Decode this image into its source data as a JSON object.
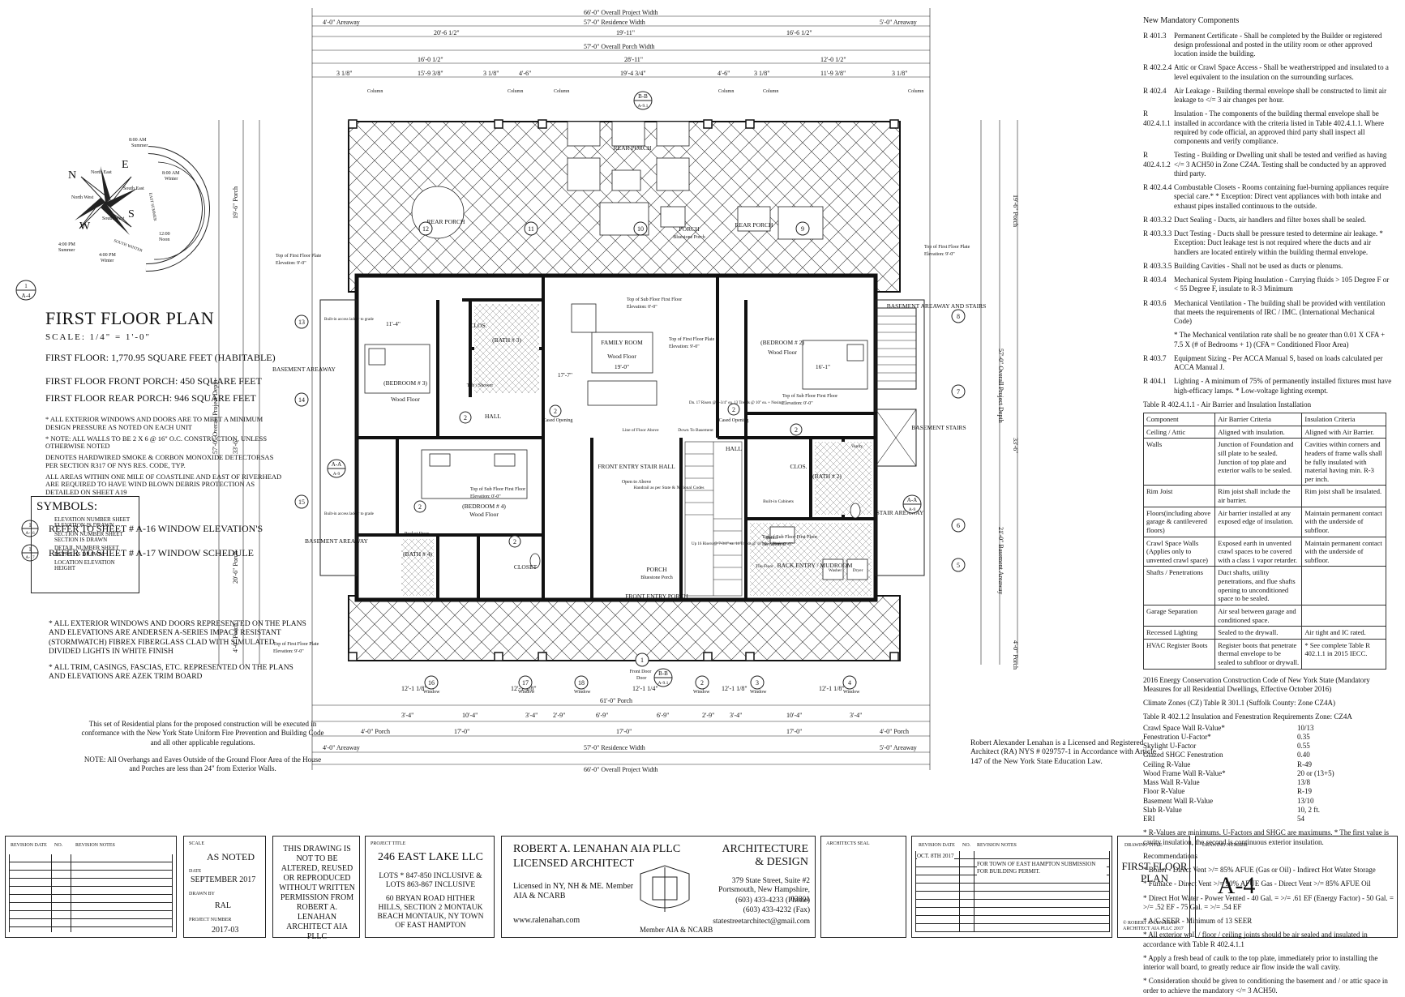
{
  "plan": {
    "sheet_ref_number": "1",
    "sheet_ref_sheet": "A-4",
    "title": "FIRST FLOOR PLAN",
    "scale": "SCALE: 1/4\" = 1'-0\"",
    "first_floor": "FIRST FLOOR: 1,770.95 SQUARE FEET (HABITABLE)",
    "front_porch": "FIRST FLOOR FRONT PORCH: 450 SQUARE FEET",
    "rear_porch": "FIRST FLOOR REAR PORCH:  946 SQUARE FEET",
    "note1": "* ALL EXTERIOR WINDOWS AND DOORS ARE TO MEET A MINIMUM DESIGN PRESSURE AS NOTED ON EACH UNIT",
    "note2": "* NOTE: ALL WALLS TO BE 2 X 6 @ 16\" O.C. CONSTRUCTION, UNLESS OTHERWISE NOTED",
    "note3": "DENOTES HARDWIRED SMOKE & CORBON MONOXIDE DETECTORSAS PER SECTION R317 OF NYS RES. CODE, TYP.",
    "note4": "ALL AREAS WITHIN ONE MILE OF COASTLINE AND EAST OF RIVERHEAD ARE REQUIRED TO HAVE WIND BLOWN DEBRIS PROTECTION AS DETAILED ON SHEET A19",
    "symbols_title": "SYMBOLS:",
    "sym1": "ELEVATION NUMBER SHEET ELEVATION IS DRAWN",
    "sym2": "SECTION NUMBER SHEET SECTION IS DRAWN",
    "sym3": "DETAIL NUMBER SHEET DETAIL IS DRAWN",
    "sym4": "LOCATION ELEVATION HEIGHT",
    "ref1_num": "1",
    "ref1_sheet": "A-16",
    "ref1": "REFER TO SHEET # A-16 WINDOW ELEVATION'S",
    "ref2_num": "1",
    "ref2_sheet": "A-17",
    "ref2": "REFER TO SHEET # A-17 WINDOW SCHEDULE",
    "bottom_note1": "* ALL EXTERIOR WINDOWS AND DOORS REPRESENTED ON THE PLANS AND ELEVATIONS ARE ANDERSEN A-SERIES IMPACT RESISTANT (STORMWATCH) FIBREX FIBERGLASS CLAD WITH SIMULATED DIVIDED LIGHTS IN WHITE FINISH",
    "bottom_note2": "* ALL TRIM, CASINGS, FASCIAS, ETC. REPRESENTED ON THE PLANS AND ELEVATIONS ARE AZEK TRIM BOARD",
    "residential_note": "This set of Residential plans for the proposed construction will be executed in conformance with the New York State Uniform Fire Prevention and Building Code and all other applicable regulations.",
    "overhang_note": "NOTE: All Overhangs and Eaves Outside of the Ground Floor Area of the House and Porches are less than 24\" from Exterior Walls.",
    "architect_note": "Robert Alexander Lenahan is a Licensed and Registered Architect (RA) NYS # 029757-1 in Accordance with Article 147 of the New York State Education Law."
  },
  "compass": {
    "n": "N",
    "e": "E",
    "s": "S",
    "w": "W",
    "ne": "North East",
    "nw": "North West",
    "se": "South East",
    "sw": "South West",
    "t1": "8:00 AM",
    "t1s": "Summer",
    "t2": "8:00 AM",
    "t2s": "Winter",
    "t3": "12:00",
    "t3s": "Noon",
    "t4": "4:00 PM",
    "t4s": "Summer",
    "t5": "4:00 PM",
    "t5s": "Winter",
    "east_arc": "EAST SUMMER",
    "south_arc": "SOUTH WINTER"
  },
  "dims": {
    "overall_top": "66'-0\" Overall Project Width",
    "areaway_l": "4'-0\" Areaway",
    "residence": "57'-0\" Residence Width",
    "areaway_r": "5'-0\" Areaway",
    "d1": "20'-6 1/2\"",
    "d2": "19'-11\"",
    "d3": "16'-6 1/2\"",
    "porch_w": "57'-0\" Overall Porch Width",
    "d4": "16'-0 1/2\"",
    "d5": "28'-11\"",
    "d6": "12'-0 1/2\"",
    "d7": "3 1/8\"",
    "d8": "15'-9 3/8\"",
    "d9": "3 1/8\"",
    "d10": "4'-6\"",
    "d11": "19'-4 3/4\"",
    "d12": "4'-6\"",
    "d13": "3 1/8\"",
    "d14": "11'-9 3/8\"",
    "d15": "3 1/8\"",
    "b1": "12'-1 1/8\"",
    "b2": "12'-1 1/8\"",
    "b3": "12'-1 1/4\"",
    "b4": "12'-1 1/8\"",
    "b5": "12'-1 1/8\"",
    "porch61": "61'-0\" Porch",
    "c1": "3'-4\"",
    "c2": "10'-4\"",
    "c3": "3'-4\"",
    "c4": "2'-9\"",
    "c5": "6'-9\"",
    "c6": "6'-9\"",
    "c7": "2'-9\"",
    "c8": "3'-4\"",
    "c9": "10'-4\"",
    "c10": "3'-4\"",
    "e1": "4'-0\" Porch",
    "e2": "17'-0\"",
    "e3": "17'-0\"",
    "e4": "17'-0\"",
    "e5": "4'-0\" Porch",
    "f1": "4'-0\" Areaway",
    "f2": "57'-0\" Residence Width",
    "f3": "5'-0\" Areaway",
    "overall_bottom": "66'-0\" Overall Project Width",
    "depth_left": "57'-0\" Overall Project Depth",
    "depth_right": "57'-0\" Overall Project Depth",
    "l1": "19'-6\" Porch",
    "l2": "33'-6\"",
    "l3": "20'-6\" Porch",
    "l4": "4'-0\" Porch",
    "r1": "19'-6\" Porch",
    "r2": "33'-6\"",
    "r3": "21'-0\" Basement Areaway",
    "r4": "4'-0\" Porch"
  },
  "rooms": {
    "rear_porch": "REAR PORCH",
    "rear_porch_l": "REAR PORCH",
    "rear_porch_r": "REAR PORCH",
    "porch_c": "PORCH",
    "porch_c_sub": "Bluestone Porch",
    "family": "FAMILY ROOM",
    "family_floor": "Wood Floor",
    "family_dim1": "19'-0\"",
    "family_dim2": "17'-7\"",
    "bed3": "(BEDROOM # 3)",
    "bed3_floor": "Wood Floor",
    "bed3_dim": "11'-4\"",
    "bed2": "(BEDROOM # 2)",
    "bed2_floor": "Wood Floor",
    "bed2_dim": "16'-1\"",
    "bed4": "(BEDROOM # 4)",
    "bed4_floor": "Wood Floor",
    "hall_l": "HALL",
    "hall_r": "HALL",
    "bath3": "(BATH # 3)",
    "bath2": "(BATH # 2)",
    "bath4": "(BATH # 4)",
    "clos": "CLOS.",
    "clos_r": "CLOS.",
    "closet": "CLOSET",
    "front_entry": "FRONT ENTRY STAIR HALL",
    "open_above": "Open to Above",
    "back_entry": "BACK ENTRY / MUDROOM",
    "front_porch": "FRONT ENTRY PORCH",
    "porch_f": "PORCH",
    "porch_f_sub": "Bluestone Porch",
    "bsmt_areaway_l1": "BASEMENT AREAWAY",
    "bsmt_areaway_l2": "BASEMENT AREAWAY",
    "bsmt_areaway_r": "BASEMENT AREAWAY AND STAIRS",
    "bsmt_stairs": "BASEMENT STAIRS",
    "stair_areaway": "STAIR AREAWAY",
    "tub": "Tub / Shower",
    "pocket": "Pocket Door",
    "vanity": "Vanity",
    "bench": "Bench",
    "washer": "Washer",
    "dryer": "Dryer",
    "tile": "Tile Floor",
    "builtin": "Built-in Cabinets",
    "top_plate": "Top of First Floor Plate",
    "elev_9": "Elevation: 9'-0\"",
    "sub_floor": "Top of Sub Floor First Floor",
    "elev_0": "Elevation: 0'-0\"",
    "cased": "Cased Opening",
    "column": "Column",
    "window": "Window",
    "door": "Door",
    "front_door": "Front Door",
    "dn_stairs": "Dn. 17 Risers @ 7-3/4\" ea. 13 Treads @ 10\" ea. + Nosing",
    "up_stairs": "Up 16 Risers @ 7-3/4\" ea. 14 Treads @ 10\" ea. + Nosing",
    "dn_bsmt": "Down To Basement",
    "handrail": "Handrail as per State & National Codes",
    "floor_above": "Line of Floor Above",
    "egress": "Built-in access ladder to grade",
    "egress2": "Built-in access ladder to grade"
  },
  "tags": {
    "w13": "13",
    "w14": "14",
    "w15": "15",
    "w8": "8",
    "w7": "7",
    "w6": "6",
    "w5": "5",
    "w16": "16",
    "w17": "17",
    "w18": "18",
    "d1": "1",
    "w2": "2",
    "w3": "3",
    "w4": "4",
    "w9": "9",
    "w10": "10",
    "w11": "11",
    "w12": "12",
    "sec_bb": "B-B",
    "sec_bb_sheet": "A-9.1",
    "sec_aa": "A-A",
    "sec_aa_sheet": "A-9",
    "two": "2"
  },
  "notes": {
    "heading": "New Mandatory Components",
    "items": [
      {
        "code": "R 401.3",
        "text": "Permanent Certificate - Shall be completed by the Builder or registered design professional and posted in the utility room or other approved location inside the building."
      },
      {
        "code": "R 402.2.4",
        "text": "Attic or Crawl Space Access - Shall be weatherstripped and insulated to a level equivalent to the insulation on the surrounding surfaces."
      },
      {
        "code": "R 402.4",
        "text": "Air Leakage - Building thermal envelope shall be constructed to limit air leakage to </= 3 air changes per hour."
      },
      {
        "code": "R 402.4.1.1",
        "text": "Insulation - The components of the building thermal envelope shall be installed in accordance with the criteria listed in Table 402.4.1.1. Where required by code official, an approved third party shall inspect all components and verify compliance."
      },
      {
        "code": "R 402.4.1.2",
        "text": "Testing - Building or Dwelling unit shall be tested and verified as having </= 3 ACH50 in Zone CZ4A. Testing shall be conducted by an approved third party."
      },
      {
        "code": "R 402.4.4",
        "text": "Combustable Closets - Rooms containing fuel-burning appliances require special care.* * Exception: Direct vent appliances with both intake and exhaust pipes installed continuous to the outside."
      },
      {
        "code": "R 403.3.2",
        "text": "Duct Sealing - Ducts, air handlers and filter boxes shall be sealed."
      },
      {
        "code": "R 403.3.3",
        "text": "Duct Testing - Ducts shall be pressure tested to determine air leakage. * Exception: Duct leakage test is not required where the ducts and air handlers are located entirely within the building thermal envelope."
      },
      {
        "code": "R 403.3.5",
        "text": "Building Cavities - Shall not be used as ducts or plenums."
      },
      {
        "code": "R 403.4",
        "text": "Mechanical System Piping Insulation - Carrying fluids > 105 Degree F or < 55 Degree F, insulate to R-3 Minimum"
      },
      {
        "code": "R 403.6",
        "text": "Mechanical Ventilation - The building shall be provided with ventilation that meets the requirements of IRC / IMC. (International Mechanical Code)"
      },
      {
        "code": "",
        "text": "* The Mechanical ventilation rate shall be no greater than 0.01 X CFA + 7.5 X (# of Bedrooms + 1) (CFA = Conditioned Floor Area)"
      },
      {
        "code": "R 403.7",
        "text": "Equipment Sizing - Per ACCA Manual S, based on loads calculated per ACCA Manual J."
      },
      {
        "code": "R 404.1",
        "text": "Lighting - A minimum of 75% of permanently installed fixtures must have high-efficacy lamps. * Low-voltage lighting exempt."
      }
    ],
    "table_title": "Table R 402.4.1.1 - Air Barrier and Insulation Installation",
    "table_headers": [
      "Component",
      "Air Barrier Criteria",
      "Insulation Criteria"
    ],
    "table_rows": [
      [
        "Ceiling / Attic",
        "Aligned with insulation.",
        "Aligned with Air Barrier."
      ],
      [
        "Walls",
        "Junction of Foundation and sill plate to be sealed. Junction of top plate and exterior walls to be sealed.",
        "Cavities within corners and headers of frame walls shall be fully insulated with material having min. R-3 per inch."
      ],
      [
        "Rim Joist",
        "Rim joist shall include the air barrier.",
        "Rim joist shall be insulated."
      ],
      [
        "Floors(including above garage & cantilevered floors)",
        "Air barrier installed at any exposed edge of insulation.",
        "Maintain permanent contact with the underside of subfloor."
      ],
      [
        "Crawl Space Walls (Applies only to unvented crawl space)",
        "Exposed earth in unvented crawl spaces to be covered with a class 1 vapor retarder.",
        "Maintain permanent contact with the underside of subfloor."
      ],
      [
        "Shafts / Penetrations",
        "Duct shafts, utility penetrations, and flue shafts opening to unconditioned space to be sealed.",
        ""
      ],
      [
        "Garage Separation",
        "Air seal between garage and conditioned space.",
        ""
      ],
      [
        "Recessed Lighting",
        "Sealed to the drywall.",
        "Air tight and IC rated."
      ],
      [
        "HVAC Register Boots",
        "Register boots that penetrate thermal envelope to be sealed to subfloor or drywall.",
        "* See complete Table R 402.1.1 in 2015 IECC."
      ]
    ],
    "ecc_title": "2016 Energy Conservation Construction Code of New York State (Mandatory Measures for all Residential Dwellings, Effective October 2016)",
    "climate": "Climate Zones (CZ) Table R 301.1 (Suffolk County: Zone CZ4A)",
    "table2_title": "Table R 402.1.2 Insulation and Fenestration Requirements Zone: CZ4A",
    "rvalues": [
      [
        "Crawl Space Wall R-Value*",
        "10/13"
      ],
      [
        "Fenestration U-Factor*",
        "0.35"
      ],
      [
        "Skylight U-Factor",
        "0.55"
      ],
      [
        "Glazed SHGC Fenestration",
        "0.40"
      ],
      [
        "Ceiling R-Value",
        "R-49"
      ],
      [
        "Wood Frame Wall R-Value*",
        "20 or (13+5)"
      ],
      [
        "Mass Wall R-Value",
        "13/8"
      ],
      [
        "Floor R-Value",
        "R-19"
      ],
      [
        "Basement Wall R-Value",
        "13/10"
      ],
      [
        "Slab R-Value",
        "10, 2 ft."
      ],
      [
        "ERI",
        "54"
      ]
    ],
    "rv_note": "* R-Values are minimums. U-Factors and SHGC are maximums. * The first value is cavity insulation, the second is continuous exterior insulation.",
    "rec_title": "Recommendations",
    "recs": [
      "* Boiler - Direct Vent >/= 85% AFUE (Gas or Oil) - Indirect Hot Water Storage",
      "* Furnace - Direct Vent >/= 90% AFUE Gas - Direct Vent >/= 85% AFUE Oil",
      "* Direct Hot Water - Power Vented - 40 Gal. = >/= .61 EF (Energy Factor) - 50 Gal. = >/= .52 EF - 75 Gal. = >/= .54 EF",
      "* A/C SEER - Minimum of 13 SEER",
      "* All exterior wall / floor / ceiling joints should be air sealed and insulated in accordance with Table R 402.4.1.1",
      "* Apply a fresh bead of caulk to the top plate, immediately prior to installing the interior wall board, to greatly reduce air flow inside the wall cavity.",
      "* Consideration should be given to conditioning the basement and / or attic space in order to achieve the mandatory </= 3 ACH50."
    ]
  },
  "titleblock": {
    "rev_date": "REVISION DATE",
    "rev_no": "NO.",
    "rev_notes": "REVISION NOTES",
    "scale_lbl": "SCALE",
    "scale_val": "AS  NOTED",
    "date_lbl": "DATE",
    "date_val": "SEPTEMBER 2017",
    "drawn_lbl": "DRAWN BY",
    "drawn_val": "RAL",
    "projno_lbl": "PROJECT NUMBER",
    "projno_val": "2017-03",
    "warning": "THIS DRAWING IS NOT TO BE ALTERED, REUSED OR REPRODUCED WITHOUT WRITTEN PERMISSION FROM ROBERT A. LENAHAN ARCHITECT AIA PLLC",
    "proj_title_lbl": "PROJECT TITLE",
    "proj_title": "246 EAST LAKE LLC",
    "lots": "LOTS * 847-850 INCLUSIVE & LOTS 863-867 INCLUSIVE",
    "address": "60 BRYAN ROAD HITHER HILLS, SECTION 2 MONTAUK BEACH MONTAUK, NY TOWN OF EAST HAMPTON",
    "firm": "ROBERT A. LENAHAN AIA PLLC",
    "firm2": "LICENSED ARCHITECT",
    "arch_design": "ARCHITECTURE & DESIGN",
    "licensed": "Licensed in NY, NH & ME. Member AIA & NCARB",
    "firm_addr": "379 State Street, Suite #2 Portsmouth, New Hampshire, 03801",
    "phone": "(603) 433-4233 (Phone)",
    "fax": "(603) 433-4232 (Fax)",
    "email": "statestreetarchitect@gmail.com",
    "web": "www.ralenahan.com",
    "member": "Member AIA & NCARB",
    "seal_lbl": "ARCHITECTS SEAL",
    "rev2_date": "REVISION DATE",
    "rev2_no": "NO.",
    "rev2_notes": "REVISION NOTES",
    "rev2_row_date": "OCT. 8TH 2017",
    "rev2_row_note": "FOR TOWN OF EAST HAMPTON SUBMISSION FOR BUILDING PERMIT.",
    "dwg_title_lbl": "DRAWING TITLE",
    "dwg_title": "FIRST FLOOR PLAN",
    "copyright": "© ROBERT A. LENAHAN ARCHITECT AIA PLLC 2017",
    "dwg_no_lbl": "DRAWING NUMBER",
    "dwg_no": "A-4"
  }
}
